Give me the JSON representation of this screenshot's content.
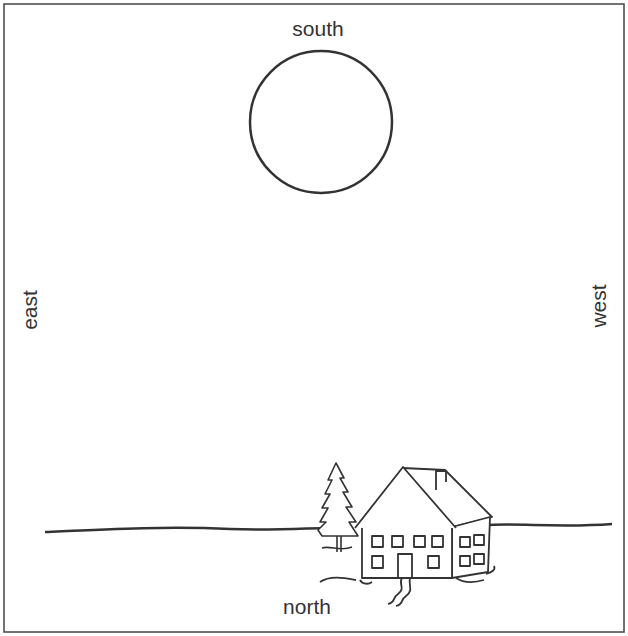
{
  "diagram": {
    "labels": [
      "south",
      "east",
      "west",
      "north"
    ]
  }
}
